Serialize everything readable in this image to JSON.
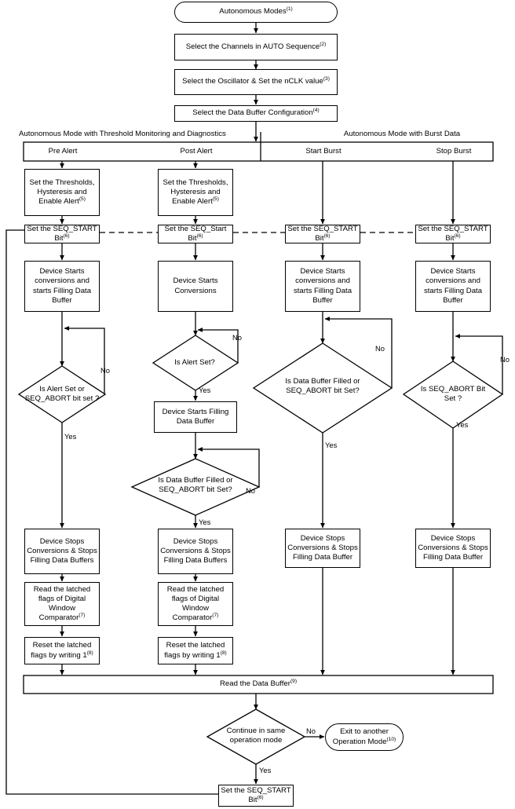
{
  "title": "Autonomous Modes Flowchart",
  "nodes": {
    "start": {
      "label": "Autonomous Modes",
      "sup": "(1)"
    },
    "select_channels": {
      "label": "Select the Channels in AUTO Sequence",
      "sup": "(2)"
    },
    "select_osc": {
      "label": "Select the Oscillator & Set the nCLK value",
      "sup": "(3)"
    },
    "select_buffer_cfg": {
      "label": "Select the Data Buffer Configuration",
      "sup": "(4)"
    },
    "mode_left": {
      "label": "Autonomous Mode with Threshold Monitoring and Diagnostics"
    },
    "mode_right": {
      "label": "Autonomous Mode with Burst Data"
    },
    "col1_head": {
      "label": "Pre Alert"
    },
    "col2_head": {
      "label": "Post Alert"
    },
    "col3_head": {
      "label": "Start Burst"
    },
    "col4_head": {
      "label": "Stop Burst"
    },
    "c1_thresholds": {
      "label": "Set the Thresholds, Hysteresis and Enable Alert",
      "sup": "(5)"
    },
    "c2_thresholds": {
      "label": "Set the Thresholds, Hysteresis and Enable Alert",
      "sup": "(5)"
    },
    "c1_seqstart": {
      "label": "Set the SEQ_START Bit",
      "sup": "(6)"
    },
    "c2_seqstart": {
      "label": "Set the SEQ_Start Bit",
      "sup": "(6)"
    },
    "c3_seqstart": {
      "label": "Set the SEQ_START Bit",
      "sup": "(6)"
    },
    "c4_seqstart": {
      "label": "Set the SEQ_START Bit",
      "sup": "(6)"
    },
    "c1_starts": {
      "label": "Device Starts conversions and starts Filling Data Buffer"
    },
    "c2_starts": {
      "label": "Device Starts Conversions"
    },
    "c3_starts": {
      "label": "Device Starts conversions and starts Filling Data Buffer"
    },
    "c4_starts": {
      "label": "Device Starts conversions and starts Filling Data Buffer"
    },
    "c1_decision": {
      "label": "Is Alert Set or SEQ_ABORT bit set ?"
    },
    "c2_decision1": {
      "label": "Is Alert Set?"
    },
    "c2_fill": {
      "label": "Device Starts Filling Data Buffer"
    },
    "c2_decision2": {
      "label": "Is Data Buffer Filled or SEQ_ABORT bit Set?"
    },
    "c3_decision": {
      "label": "Is Data Buffer Filled or SEQ_ABORT bit Set?"
    },
    "c4_decision": {
      "label": "Is SEQ_ABORT Bit Set ?"
    },
    "c1_stops": {
      "label": "Device Stops Conversions & Stops Filling Data Buffers"
    },
    "c2_stops": {
      "label": "Device Stops Conversions & Stops Filling Data Buffers"
    },
    "c3_stops": {
      "label": "Device Stops Conversions & Stops Filling Data Buffer"
    },
    "c4_stops": {
      "label": "Device Stops Conversions & Stops Filling Data Buffer"
    },
    "c1_readflags": {
      "label": "Read the latched flags of Digital Window Comparator",
      "sup": "(7)"
    },
    "c2_readflags": {
      "label": "Read the latched flags of Digital Window Comparator",
      "sup": "(7)"
    },
    "c1_resetflags": {
      "label": "Reset the latched flags by writing 1",
      "sup": "(8)"
    },
    "c2_resetflags": {
      "label": "Reset the latched flags by writing 1",
      "sup": "(8)"
    },
    "read_buffer": {
      "label": "Read the Data Buffer",
      "sup": "(9)"
    },
    "continue_decision": {
      "label": "Continue in same operation mode"
    },
    "exit_mode": {
      "label": "Exit to another Operation Mode",
      "sup": "(10)"
    },
    "final_seqstart": {
      "label": "Set the SEQ_START Bit",
      "sup": "(6)"
    }
  },
  "edge_labels": {
    "c1_no": "No",
    "c1_yes": "Yes",
    "c2_d1_no": "No",
    "c2_d1_yes": "Yes",
    "c2_d2_no": "No",
    "c2_d2_yes": "Yes",
    "c3_no": "No",
    "c3_yes": "Yes",
    "c4_no": "No",
    "c4_yes": "Yes",
    "cont_no": "No",
    "cont_yes": "Yes"
  },
  "colors": {
    "stroke": "#000000",
    "fill": "#ffffff",
    "text": "#000000"
  }
}
